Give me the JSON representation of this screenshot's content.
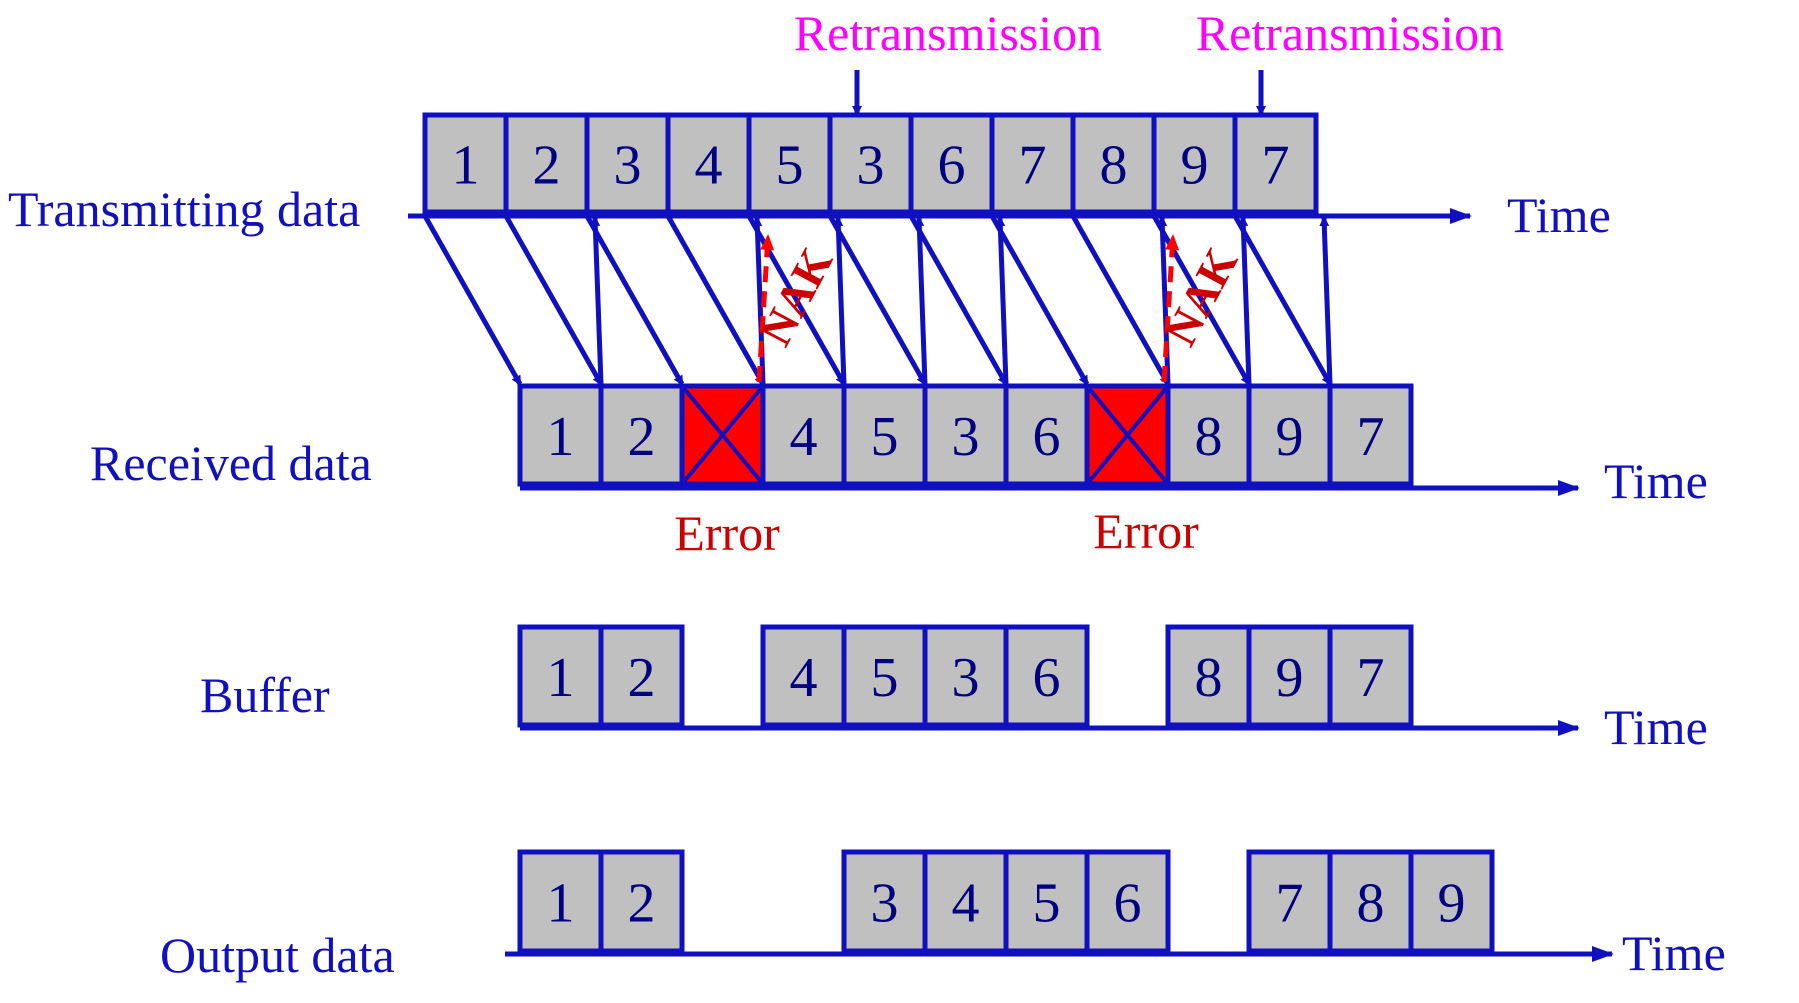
{
  "labels": {
    "transmitting": "Transmitting data",
    "received": "Received data",
    "buffer": "Buffer",
    "output": "Output data",
    "time": "Time",
    "retransmission": "Retransmission",
    "error": "Error",
    "nak": "NAK"
  },
  "rows": {
    "transmitting": [
      "1",
      "2",
      "3",
      "4",
      "5",
      "3",
      "6",
      "7",
      "8",
      "9",
      "7"
    ],
    "received": [
      "1",
      "2",
      "",
      "4",
      "5",
      "3",
      "6",
      "",
      "8",
      "9",
      "7"
    ],
    "buffer": [
      "1",
      "2",
      "",
      "4",
      "5",
      "3",
      "6",
      "",
      "8",
      "9",
      "7"
    ],
    "output": [
      "1",
      "2",
      "",
      "",
      "3",
      "4",
      "5",
      "6",
      "",
      "7",
      "8",
      "9"
    ]
  },
  "error_slots": [
    2,
    7
  ],
  "retransmitted_slots": [
    5,
    10
  ],
  "nak_from_slots": [
    2,
    7
  ],
  "colors": {
    "frame_fill": "#c0c0c0",
    "frame_stroke": "#1010c0",
    "error_fill": "#ff0000",
    "flow": "#1010c0",
    "nak": "#ff0000",
    "retransmission": "#ff00ff",
    "error_text": "#cc0000"
  }
}
